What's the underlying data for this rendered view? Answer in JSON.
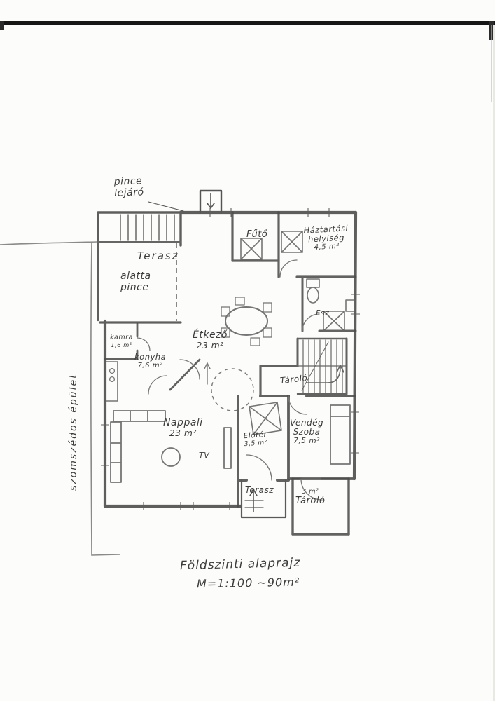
{
  "annotations": {
    "pince_lejaro": "pince\nlejáró"
  },
  "rooms": {
    "terasz_felso": {
      "name": "Terasz",
      "note": "alatta\npince"
    },
    "futo": {
      "name": "Fűtő"
    },
    "haztartasi": {
      "name": "Háztartási\nhelyiség",
      "area": "4,5 m²"
    },
    "etkezo": {
      "name": "Étkező",
      "area": "23 m²"
    },
    "kamra": {
      "name": "kamra",
      "area": "1,6 m²"
    },
    "konyha": {
      "name": "konyha",
      "area": "7,6 m²"
    },
    "fsz": {
      "name": "Fsz"
    },
    "tarolo_lepcso": {
      "name": "Tároló"
    },
    "nappali": {
      "name": "Nappali",
      "area": "23 m²"
    },
    "tv": {
      "name": "TV"
    },
    "eloter": {
      "name": "Előtér",
      "area": "3,5 m²"
    },
    "vendegszoba": {
      "name": "Vendég\nSzoba",
      "area": "7,5 m²"
    },
    "terasz_also": {
      "name": "Terasz"
    },
    "tarolo_also": {
      "name": "Tároló",
      "area": "3 m²"
    }
  },
  "side_note": "szomszédos épület",
  "caption": {
    "title": "Földszinti alaprajz",
    "scale": "M=1:100   ~90m²"
  }
}
